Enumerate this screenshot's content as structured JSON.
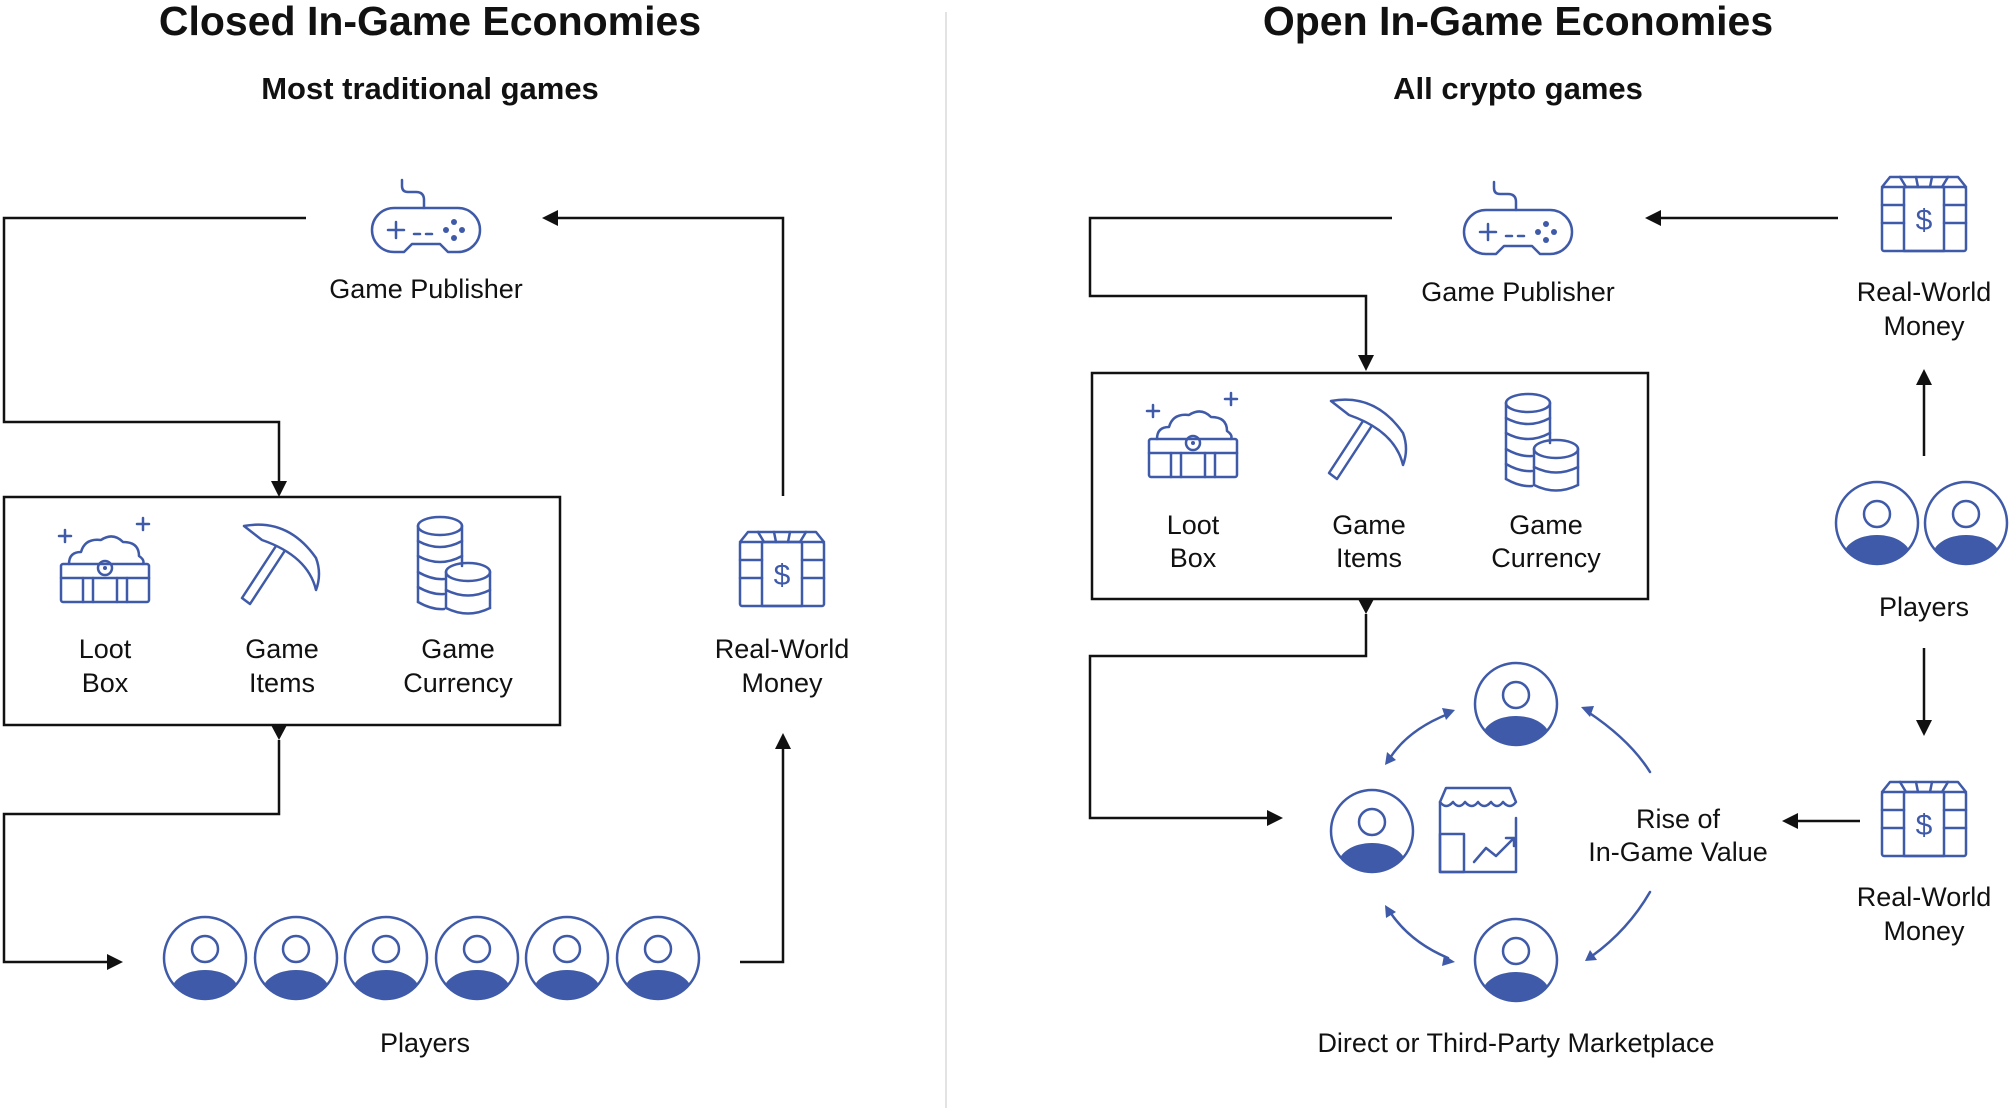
{
  "left": {
    "title": "Closed In-Game Economies",
    "subtitle": "Most traditional games",
    "publisher_label": "Game Publisher",
    "items": [
      {
        "line1": "Loot",
        "line2": "Box"
      },
      {
        "line1": "Game",
        "line2": "Items"
      },
      {
        "line1": "Game",
        "line2": "Currency"
      }
    ],
    "money": {
      "line1": "Real-World",
      "line2": "Money"
    },
    "players_label": "Players",
    "player_count": 6
  },
  "right": {
    "title": "Open In-Game Economies",
    "subtitle": "All crypto games",
    "publisher_label": "Game Publisher",
    "items": [
      {
        "line1": "Loot",
        "line2": "Box"
      },
      {
        "line1": "Game",
        "line2": "Items"
      },
      {
        "line1": "Game",
        "line2": "Currency"
      }
    ],
    "money_top": {
      "line1": "Real-World",
      "line2": "Money"
    },
    "players_label": "Players",
    "money_bottom": {
      "line1": "Real-World",
      "line2": "Money"
    },
    "rise": {
      "line1": "Rise of",
      "line2": "In-Game Value"
    },
    "marketplace_label": "Direct or Third-Party Marketplace"
  },
  "colors": {
    "icon": "#3f5aa8",
    "line": "#111111",
    "divider": "#e3e3e3"
  }
}
